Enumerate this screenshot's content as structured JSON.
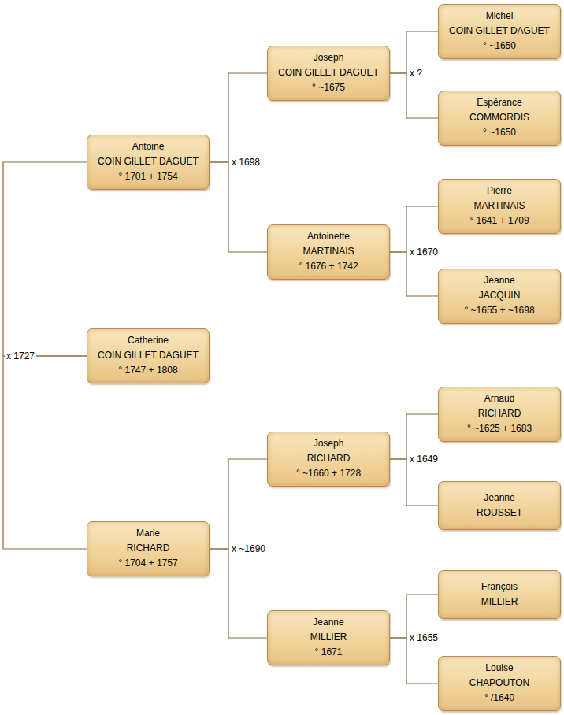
{
  "diagram": {
    "nodes": [
      {
        "text": [
          "Catherine",
          "COIN GILLET DAGUET",
          "° 1747 + 1808"
        ]
      },
      {
        "text": [
          "Antoine",
          "COIN GILLET DAGUET",
          "° 1701 + 1754"
        ]
      },
      {
        "text": [
          "Marie",
          "RICHARD",
          "° 1704 + 1757"
        ]
      },
      {
        "text": [
          "Joseph",
          "COIN GILLET DAGUET",
          "° ~1675"
        ]
      },
      {
        "text": [
          "Antoinette",
          "MARTINAIS",
          "° 1676 + 1742"
        ]
      },
      {
        "text": [
          "Joseph",
          "RICHARD",
          "° ~1660 + 1728"
        ]
      },
      {
        "text": [
          "Jeanne",
          "MILLIER",
          "° 1671"
        ]
      },
      {
        "text": [
          "Michel",
          "COIN GILLET DAGUET",
          "° ~1650"
        ]
      },
      {
        "text": [
          "Espérance",
          "COMMORDIS",
          "° ~1650"
        ]
      },
      {
        "text": [
          "Pierre",
          "MARTINAIS",
          "° 1641 + 1709"
        ]
      },
      {
        "text": [
          "Jeanne",
          "JACQUIN",
          "° ~1655 + ~1698"
        ]
      },
      {
        "text": [
          "Arnaud",
          "RICHARD",
          "° ~1625 + 1683"
        ]
      },
      {
        "text": [
          "Jeanne",
          "ROUSSET"
        ]
      },
      {
        "text": [
          "François",
          "MILLIER"
        ]
      },
      {
        "text": [
          "Louise",
          "CHAPOUTON",
          "° /1640"
        ]
      }
    ],
    "edges": [
      {
        "from": 0,
        "to": 1,
        "arrow": "none",
        "label": "x 1727"
      },
      {
        "from": 0,
        "to": 2,
        "arrow": "none"
      },
      {
        "from": 1,
        "to": 3,
        "arrow": "none",
        "label": "x 1698"
      },
      {
        "from": 1,
        "to": 4,
        "arrow": "none"
      },
      {
        "from": 2,
        "to": 5,
        "arrow": "none",
        "label": "x ~1690"
      },
      {
        "from": 2,
        "to": 6,
        "arrow": "none"
      },
      {
        "from": 3,
        "to": 7,
        "arrow": "none",
        "label": "x ?"
      },
      {
        "from": 3,
        "to": 8,
        "arrow": "none"
      },
      {
        "from": 4,
        "to": 9,
        "arrow": "none",
        "label": "x 1670"
      },
      {
        "from": 4,
        "to": 10,
        "arrow": "none"
      },
      {
        "from": 5,
        "to": 11,
        "arrow": "none",
        "label": "x 1649"
      },
      {
        "from": 5,
        "to": 12,
        "arrow": "none"
      },
      {
        "from": 6,
        "to": 13,
        "arrow": "none",
        "label": "x 1655"
      },
      {
        "from": 6,
        "to": 14,
        "arrow": "none"
      }
    ]
  }
}
